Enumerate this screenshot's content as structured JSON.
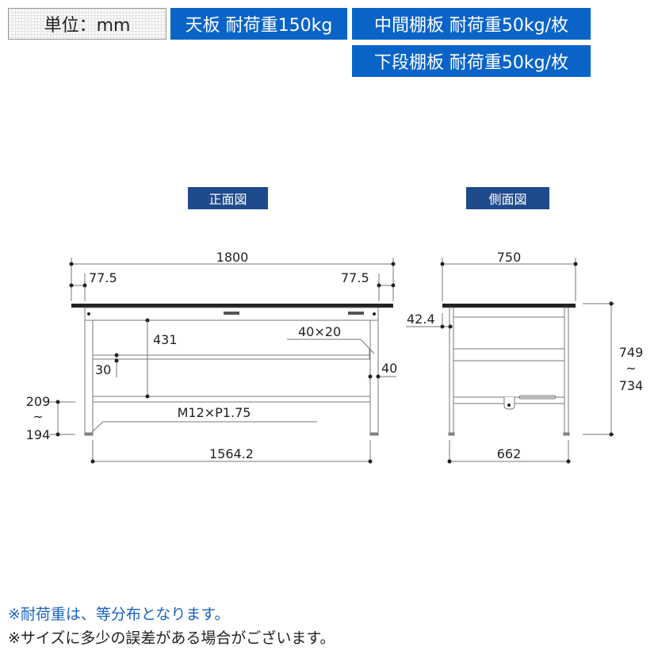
{
  "header": {
    "unit": "単位：mm",
    "tabletop_load": "天板 耐荷重150kg",
    "middle_shelf_load": "中間棚板 耐荷重50kg/枚",
    "lower_shelf_load": "下段棚板 耐荷重50kg/枚"
  },
  "views": {
    "front": "正面図",
    "side": "側面図"
  },
  "front_dims": {
    "width": "1800",
    "overhang_left": "77.5",
    "overhang_right": "77.5",
    "shelf_height": "431",
    "shelf_depth": "30",
    "pipe": "40×20",
    "leg": "40",
    "foot_top": "209",
    "foot_tilde": "~",
    "foot_bottom": "194",
    "bolt": "M12×P1.75",
    "inner_width": "1564.2"
  },
  "side_dims": {
    "depth": "750",
    "apron": "42.4",
    "height_max": "749",
    "tilde": "~",
    "height_min": "734",
    "inner_depth": "662"
  },
  "notes": [
    "※耐荷重は、等分布となります。",
    "※サイズに多少の誤差がある場合がございます。"
  ]
}
